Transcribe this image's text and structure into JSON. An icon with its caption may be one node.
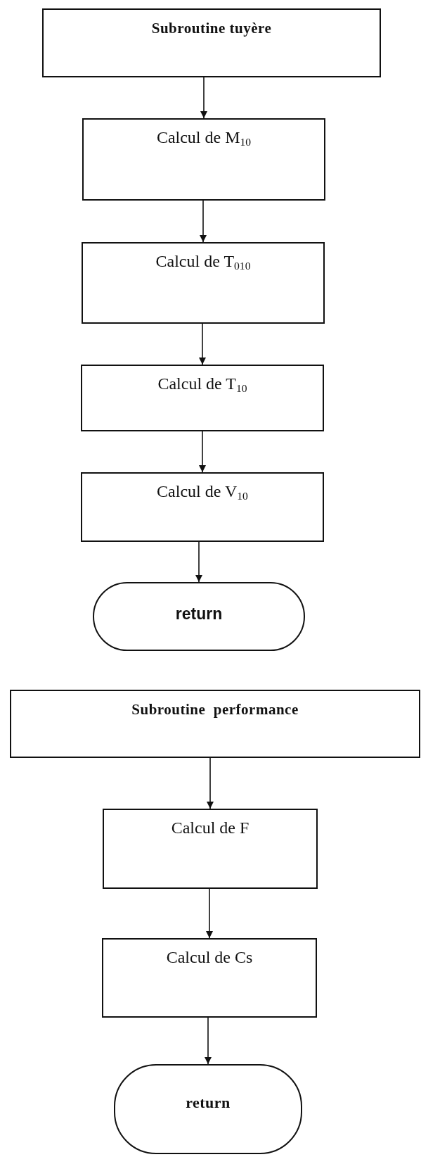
{
  "diagram": {
    "nodes": [
      {
        "text": [
          "Subroutine tuyère"
        ]
      },
      {
        "text": [
          "Calcul de M$_{10}$"
        ]
      },
      {
        "text": [
          "Calcul de T$_{010}$"
        ]
      },
      {
        "text": [
          "Calcul de T$_{10}$"
        ]
      },
      {
        "text": [
          "Calcul de V$_{10}$"
        ]
      },
      {
        "text": [
          "return"
        ]
      },
      {
        "text": [
          "Subroutine  performance"
        ]
      },
      {
        "text": [
          "Calcul de F"
        ]
      },
      {
        "text": [
          "Calcul de Cs"
        ]
      },
      {
        "text": [
          "return"
        ]
      }
    ],
    "edges": [
      {
        "from": 0,
        "to": 1,
        "arrow": "to"
      },
      {
        "from": 1,
        "to": 2,
        "arrow": "to"
      },
      {
        "from": 2,
        "to": 3,
        "arrow": "to"
      },
      {
        "from": 3,
        "to": 4,
        "arrow": "to"
      },
      {
        "from": 4,
        "to": 5,
        "arrow": "to"
      },
      {
        "from": 6,
        "to": 7,
        "arrow": "to"
      },
      {
        "from": 7,
        "to": 8,
        "arrow": "to"
      },
      {
        "from": 8,
        "to": 9,
        "arrow": "to"
      }
    ]
  }
}
